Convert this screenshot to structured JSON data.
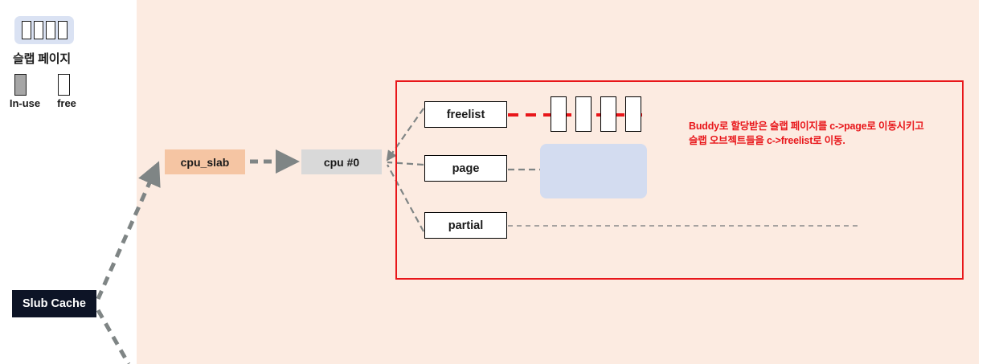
{
  "legend": {
    "slab_page_label": "슬랩 페이지",
    "slab_page_cells": 4,
    "inuse_label": "In-use",
    "free_label": "free",
    "inuse_color": "#a6a6a6",
    "free_color": "#ffffff",
    "slab_page_bg": "#dae2f3"
  },
  "nodes": {
    "slub_cache": "Slub Cache",
    "cpu_slab": "cpu_slab",
    "cpu0": "cpu #0",
    "freelist": "freelist",
    "page": "page",
    "partial": "partial"
  },
  "colors": {
    "panel_bg": "#fcebe1",
    "cpu_slab_bg": "#f5c5a3",
    "cpu0_bg": "#d9d9d9",
    "slub_cache_bg": "#0d1426",
    "highlight_red": "#e8161a",
    "slab_page_blue": "#d3dcf0",
    "connector_gray": "#7f8585"
  },
  "annotation": {
    "line1": "Buddy로 할당받은 슬랩 페이지를 c->page로 이동시키고",
    "line2": "슬랩 오브젝트들을 c->freelist로 이동."
  },
  "freelist_chain": {
    "object_count": 4,
    "object_fill": "#ffffff",
    "link_color": "#e8161a"
  }
}
